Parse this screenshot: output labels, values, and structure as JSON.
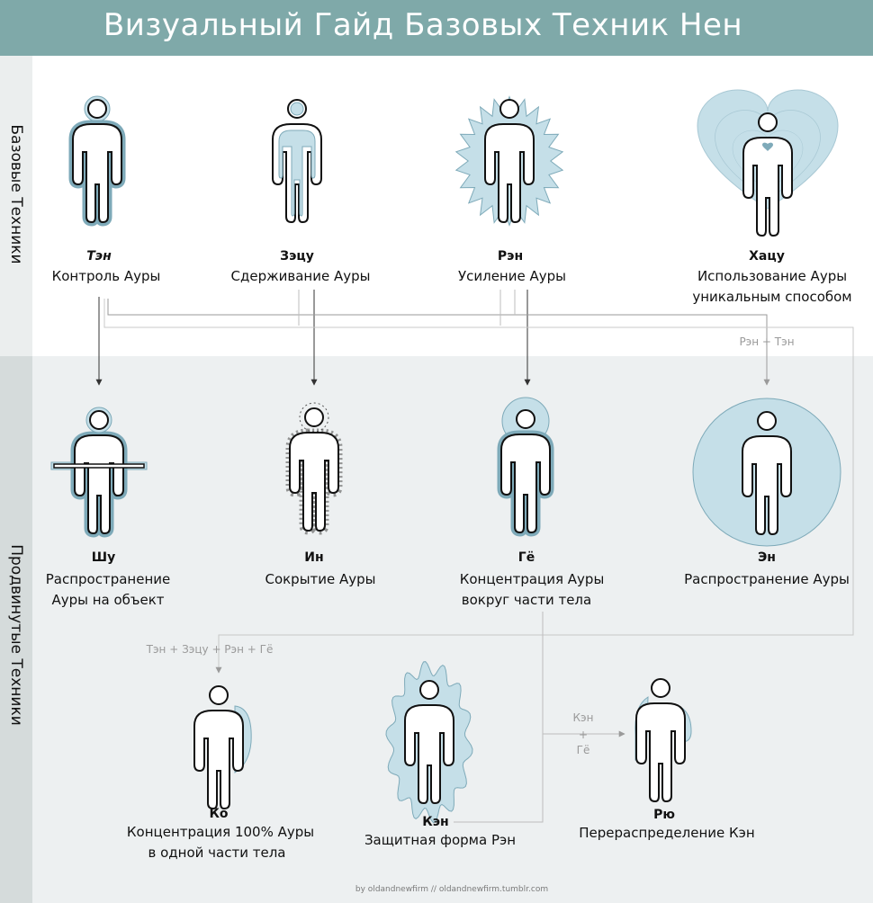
{
  "title": "Визуальный Гайд Базовых Техник Нен",
  "sections": {
    "basic": "Базовые Техники",
    "advanced": "Продвинутые Техники"
  },
  "colors": {
    "header": "#7fa9a9",
    "aura": "#c5dfe8",
    "aura_stroke": "#7eaab9",
    "advanced_bg": "#edf0f1"
  },
  "nodes": {
    "ten": {
      "name": "Тэн",
      "desc": "Контроль Ауры"
    },
    "zetsu": {
      "name": "Зэцу",
      "desc": "Сдерживание Ауры"
    },
    "ren": {
      "name": "Рэн",
      "desc": "Усиление Ауры"
    },
    "hatsu": {
      "name": "Хацу",
      "desc_line1": "Использование Ауры",
      "desc_line2": "уникальным способом"
    },
    "shu": {
      "name": "Шу",
      "desc_line1": "Распространение",
      "desc_line2": "Ауры на объект"
    },
    "in": {
      "name": "Ин",
      "desc": "Сокрытие Ауры"
    },
    "gyo": {
      "name": "Гё",
      "desc_line1": "Концентрация Ауры",
      "desc_line2": "вокруг части тела"
    },
    "en": {
      "name": "Эн",
      "desc": "Распространение Ауры"
    },
    "ko": {
      "name": "Ко",
      "desc_line1": "Концентрация 100% Ауры",
      "desc_line2": "в одной части тела"
    },
    "ken": {
      "name": "Кэн",
      "desc": "Защитная форма Рэн"
    },
    "ryu": {
      "name": "Рю",
      "desc": "Перераспределение Кэн"
    }
  },
  "combos": {
    "ren_ten": "Рэн + Тэн",
    "ko_formula": "Тэн + Зэцу + Рэн + Гё",
    "ryu_line1": "Кэн",
    "ryu_line2": "+",
    "ryu_line3": "Гё"
  },
  "credit": "by oldandnewfirm // oldandnewfirm.tumblr.com"
}
